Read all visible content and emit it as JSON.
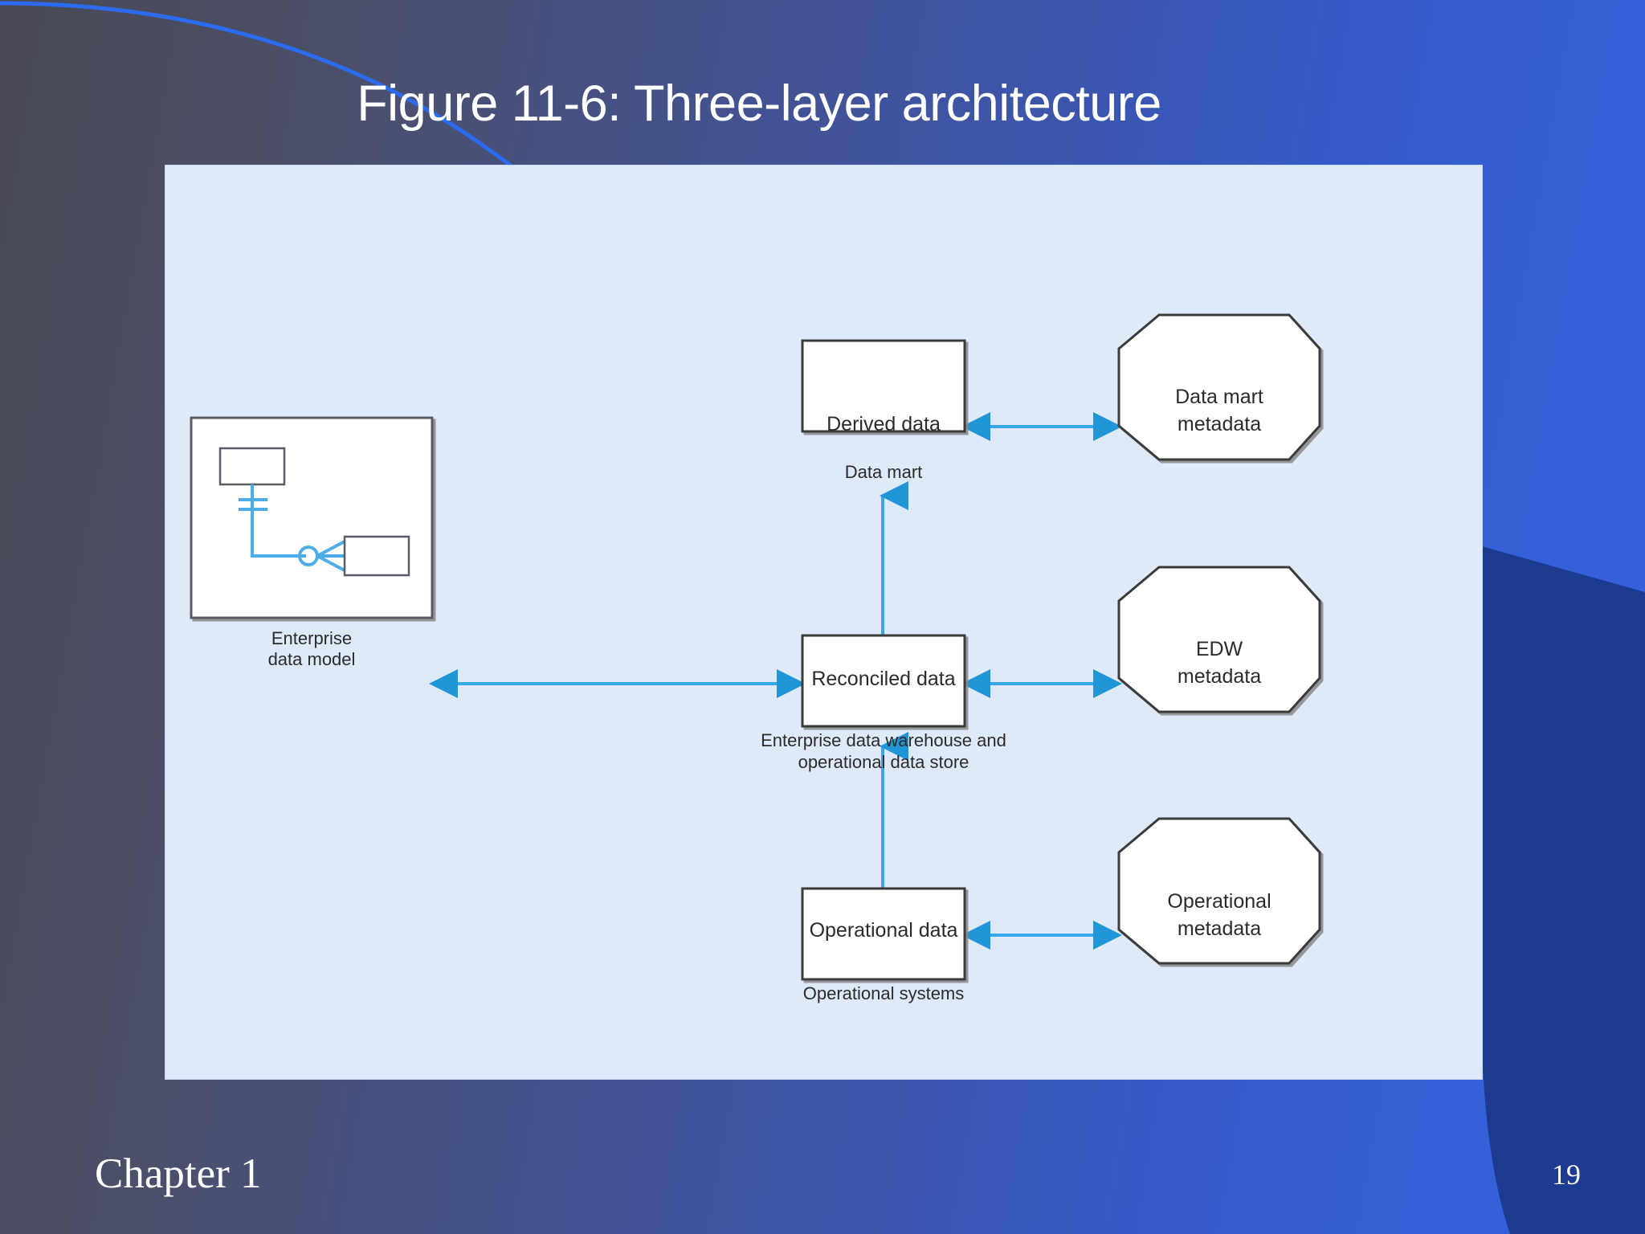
{
  "slide": {
    "title": "Figure 11-6: Three-layer architecture",
    "footer_chapter": "Chapter 1",
    "page_number": "19",
    "colors": {
      "background_left": "#4a4a55",
      "background_right": "#3561dd",
      "swoosh": "#2b6bf0",
      "dark_polygon": "#1d3a91",
      "panel_background": "#dee9f9",
      "node_fill": "#ffffff",
      "node_stroke": "#3a3a3a",
      "arrow": "#37a7ec",
      "er_line": "#4eade8"
    }
  },
  "diagram": {
    "type": "three-layer data warehouse architecture",
    "nodes": [
      {
        "id": "enterprise-data-model",
        "shape": "rectangle",
        "label": "",
        "caption": [
          "Enterprise",
          "data model"
        ],
        "contents": "ER diagram with two entity boxes joined by a one-to-many relationship line"
      },
      {
        "id": "derived-data",
        "shape": "rectangle",
        "label": "Derived data",
        "caption": [
          "Data mart"
        ]
      },
      {
        "id": "data-mart-metadata",
        "shape": "octagon",
        "label": [
          "Data mart",
          "metadata"
        ],
        "caption": []
      },
      {
        "id": "reconciled-data",
        "shape": "rectangle",
        "label": "Reconciled data",
        "caption": [
          "Enterprise data warehouse and",
          "operational data store"
        ]
      },
      {
        "id": "edw-metadata",
        "shape": "octagon",
        "label": [
          "EDW",
          "metadata"
        ],
        "caption": []
      },
      {
        "id": "operational-data",
        "shape": "rectangle",
        "label": "Operational data",
        "caption": [
          "Operational systems"
        ]
      },
      {
        "id": "operational-metadata",
        "shape": "octagon",
        "label": [
          "Operational",
          "metadata"
        ],
        "caption": []
      }
    ],
    "connections": [
      {
        "from": "enterprise-data-model",
        "to": "reconciled-data",
        "style": "double-arrow",
        "orientation": "horizontal"
      },
      {
        "from": "reconciled-data",
        "to": "edw-metadata",
        "style": "double-arrow",
        "orientation": "horizontal"
      },
      {
        "from": "derived-data",
        "to": "data-mart-metadata",
        "style": "double-arrow",
        "orientation": "horizontal"
      },
      {
        "from": "operational-data",
        "to": "operational-metadata",
        "style": "double-arrow",
        "orientation": "horizontal"
      },
      {
        "from": "operational-data",
        "to": "reconciled-data",
        "style": "single-arrow-up",
        "orientation": "vertical"
      },
      {
        "from": "reconciled-data",
        "to": "derived-data",
        "style": "single-arrow-up",
        "orientation": "vertical"
      }
    ],
    "labels": {
      "derived_data": "Derived data",
      "data_mart_caption": "Data mart",
      "data_mart_metadata_l1": "Data mart",
      "data_mart_metadata_l2": "metadata",
      "reconciled_data": "Reconciled data",
      "edw_caption_l1": "Enterprise data warehouse and",
      "edw_caption_l2": "operational data store",
      "edw_metadata_l1": "EDW",
      "edw_metadata_l2": "metadata",
      "operational_data": "Operational data",
      "operational_caption": "Operational systems",
      "operational_metadata_l1": "Operational",
      "operational_metadata_l2": "metadata",
      "enterprise_model_caption_l1": "Enterprise",
      "enterprise_model_caption_l2": "data model"
    }
  }
}
